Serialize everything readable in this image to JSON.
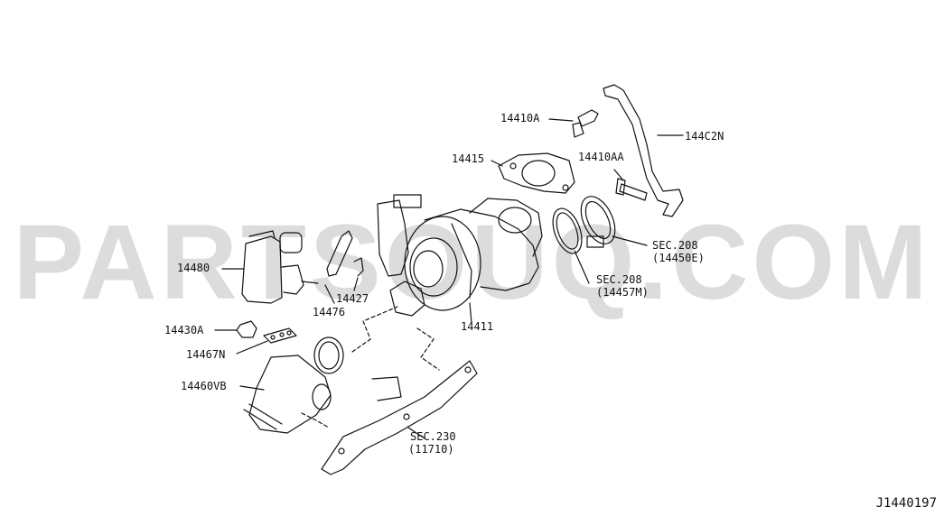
{
  "watermark": "PARTSOUQ.COM",
  "diagram_code": "J1440197",
  "labels": {
    "p14410A": "14410A",
    "p14402N": "144C2N",
    "p14415": "14415",
    "p14410AA": "14410AA",
    "sec208_a": "SEC.208",
    "sec208_a_ref": "(14450E)",
    "p14480": "14480",
    "p14427": "14427",
    "p14476": "14476",
    "sec208_b": "SEC.208",
    "sec208_b_ref": "(14457M)",
    "p14411": "14411",
    "p14430A": "14430A",
    "p14467N": "14467N",
    "p14460VB": "14460VB",
    "sec230": "SEC.230",
    "sec230_ref": "(11710)"
  }
}
